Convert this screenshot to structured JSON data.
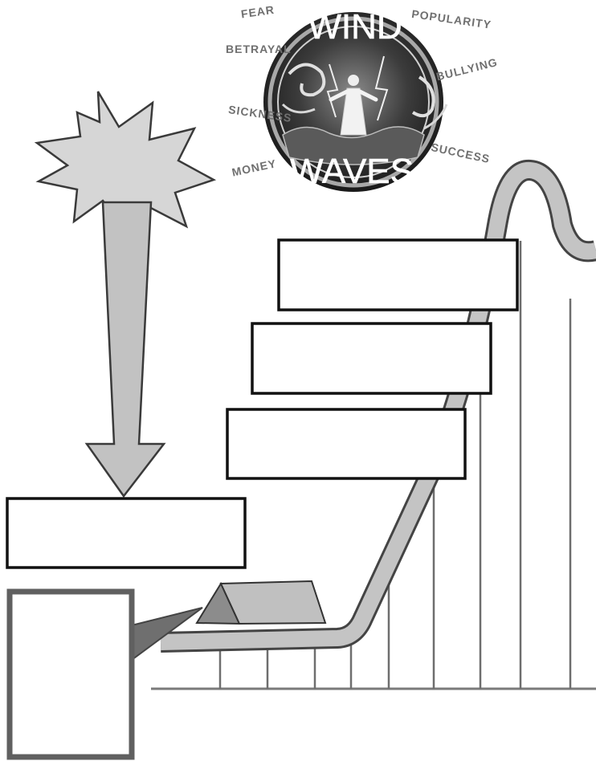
{
  "logo": {
    "title_top": "WIND",
    "title_bottom": "WAVES",
    "words": {
      "fear": "FEAR",
      "betrayal": "BETRAYAL",
      "sickness": "SICKNESS",
      "money": "MONEY",
      "popularity": "POPULARITY",
      "bullying": "BULLYING",
      "success": "SUCCESS"
    }
  },
  "boxes": {
    "box1": "",
    "box2": "",
    "box3": "",
    "box4": "",
    "callout": ""
  }
}
